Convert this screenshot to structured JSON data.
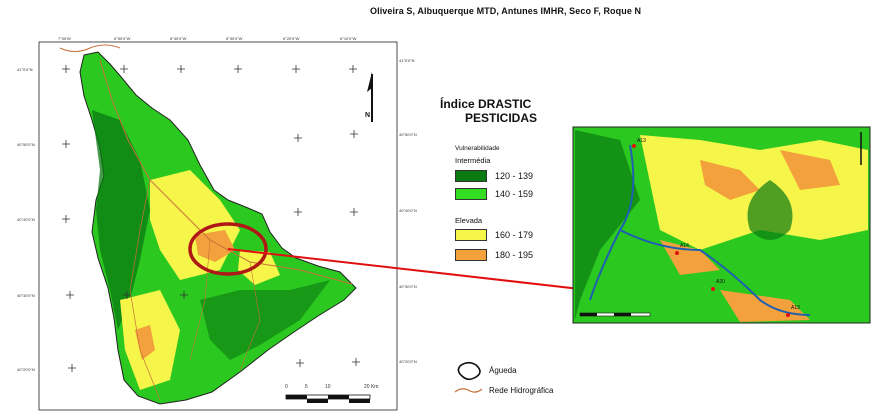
{
  "authors": "Oliveira S, Albuquerque MTD, Antunes IMHR, Seco F, Roque N",
  "title": {
    "line1": "Índice DRASTIC",
    "line2": "PESTICIDAS"
  },
  "legend": {
    "heading": "Vulnerabilidade",
    "groups": [
      {
        "label": "Intermédia",
        "classes": [
          {
            "range": "120 - 139",
            "color": "#0a7a12"
          },
          {
            "range": "140 - 159",
            "color": "#33dd22"
          }
        ]
      },
      {
        "label": "Elevada",
        "classes": [
          {
            "range": "160 - 179",
            "color": "#f5f54a"
          },
          {
            "range": "180 - 195",
            "color": "#f2a13c"
          }
        ]
      }
    ]
  },
  "map_legend": {
    "basin": "Águeda",
    "river": "Rede Hidrográfica"
  },
  "scalebar": {
    "labels": [
      "0",
      "5",
      "10",
      "20 Km"
    ]
  },
  "north": "N",
  "ticks": {
    "top": [
      "7°00'W",
      "6°50'0\"W",
      "6°40'0\"W",
      "6°30'0\"W",
      "6°20'0\"W",
      "6°10'0\"W"
    ],
    "left": [
      "41°0'0\"N",
      "40°50'0\"N",
      "40°40'0\"N",
      "40°30'0\"N",
      "40°20'0\"N"
    ],
    "right": [
      "41°0'0\"N",
      "40°50'0\"N",
      "40°40'0\"N",
      "40°30'0\"N",
      "40°20'0\"N"
    ]
  },
  "sample_points": [
    "A13",
    "A14",
    "A20",
    "A13"
  ],
  "colors": {
    "dark_green": "#0a7a12",
    "green": "#33dd22",
    "yellow": "#f5f54a",
    "orange": "#f2a13c",
    "highlight": "#b01818",
    "arrow": "#e01010",
    "river": "#c8703a"
  }
}
